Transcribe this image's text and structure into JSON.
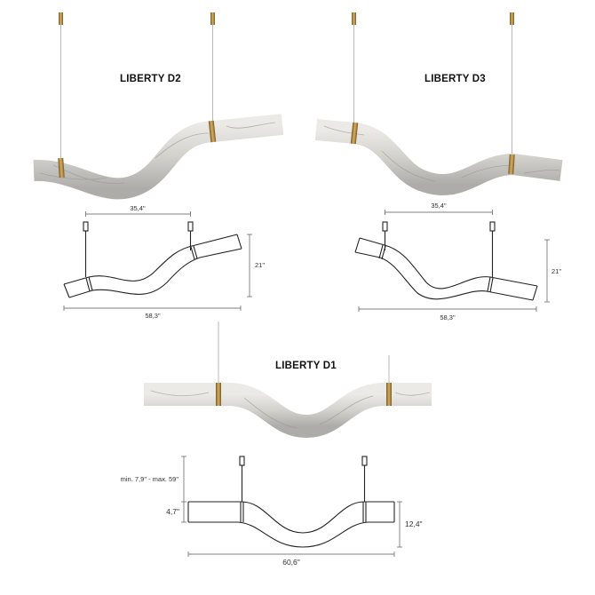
{
  "products": [
    {
      "title": "LIBERTY D2",
      "dimensions": {
        "spacing": "35,4\"",
        "height": "21\"",
        "length": "58,3\""
      }
    },
    {
      "title": "LIBERTY D3",
      "dimensions": {
        "spacing": "35,4\"",
        "height": "21\"",
        "length": "58,3\""
      }
    },
    {
      "title": "LIBERTY D1",
      "dimensions": {
        "drop": "min. 7,9\" - max. 59\"",
        "tube_diameter": "4,7\"",
        "height": "12,4\"",
        "length": "60,6\""
      }
    }
  ],
  "colors": {
    "marble": "#d6d5d2",
    "marble_vein": "#8f8d8a",
    "brass": "#b58a3e",
    "line": "#222222"
  }
}
